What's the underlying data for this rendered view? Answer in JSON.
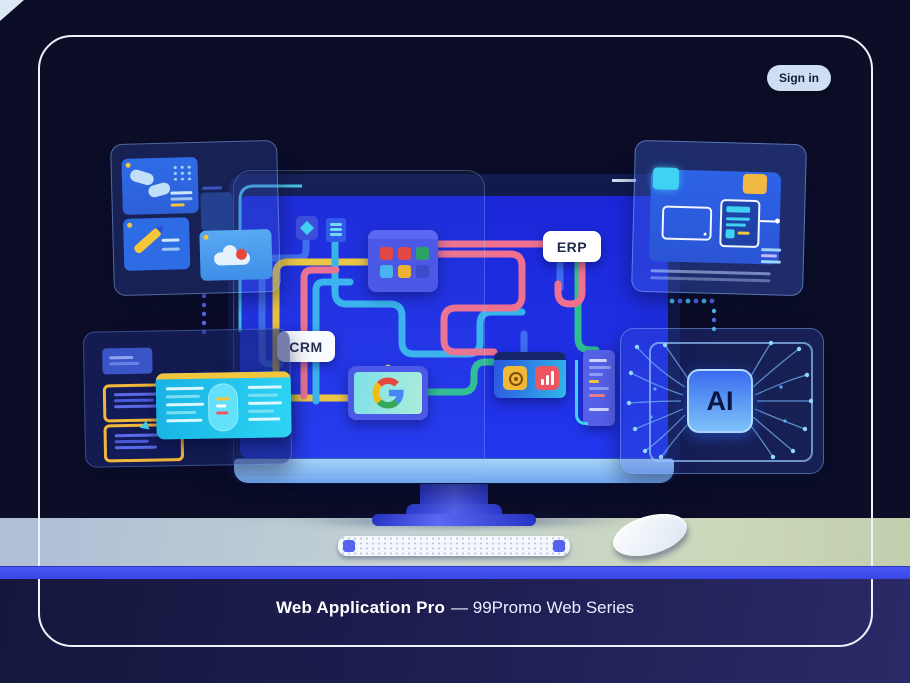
{
  "header": {
    "sign_in": "Sign in"
  },
  "footer": {
    "series_bold": "Web Application Pro",
    "series_rest": "— 99Promo Web Series"
  },
  "screen": {
    "erp_label": "ERP",
    "crm_label": "CRM",
    "google_letter": "G"
  },
  "ai_panel": {
    "chip_label": "AI"
  },
  "colors": {
    "background": "#0c0e28",
    "frame_border": "#eef2fa",
    "screen_blue": "#2336ee",
    "desk_edge_blue": "#3a47e8",
    "desk_surface": "#c4d2d2",
    "connector_yellow": "#f2c83c",
    "connector_pink": "#f0718f",
    "connector_cyan": "#38b4ec",
    "connector_green": "#2fbe8f",
    "connector_blue": "#3f6cf0",
    "accent_cyan": "#3fd2f2",
    "accent_yellow": "#f2b844",
    "accent_red": "#e8483a",
    "label_bg": "#ffffff",
    "signin_bg": "#cfdef2"
  }
}
